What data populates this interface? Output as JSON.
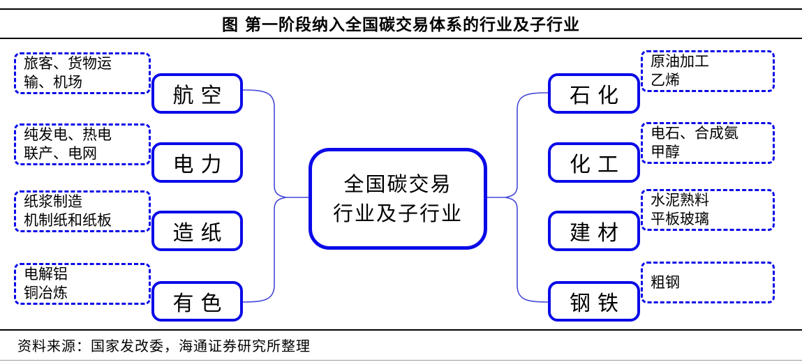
{
  "title": "图 第一阶段纳入全国碳交易体系的行业及子行业",
  "center": {
    "line1": "全国碳交易",
    "line2": "行业及子行业"
  },
  "left_groups": [
    {
      "industry": "航空",
      "sub_lines": [
        "旅客、货物运",
        "输、机场"
      ]
    },
    {
      "industry": "电力",
      "sub_lines": [
        "纯发电、热电",
        "联产、电网"
      ]
    },
    {
      "industry": "造纸",
      "sub_lines": [
        "纸浆制造",
        "机制纸和纸板"
      ]
    },
    {
      "industry": "有色",
      "sub_lines": [
        "电解铝",
        "铜冶炼"
      ]
    }
  ],
  "right_groups": [
    {
      "industry": "石化",
      "sub_lines": [
        "原油加工",
        "乙烯"
      ]
    },
    {
      "industry": "化工",
      "sub_lines": [
        "电石、合成氨",
        "甲醇"
      ]
    },
    {
      "industry": "建材",
      "sub_lines": [
        "水泥熟料",
        "平板玻璃"
      ]
    },
    {
      "industry": "钢铁",
      "sub_lines": [
        "粗钢"
      ]
    }
  ],
  "source": "资料来源：国家发改委，海通证券研究所整理",
  "colors": {
    "box_border_blue": "#0a0ae8",
    "connector_blue": "#4646d8",
    "rule_black": "#000000",
    "bottom_rule_gray": "#9a9a9a",
    "text_black": "#000000",
    "background": "#ffffff"
  }
}
